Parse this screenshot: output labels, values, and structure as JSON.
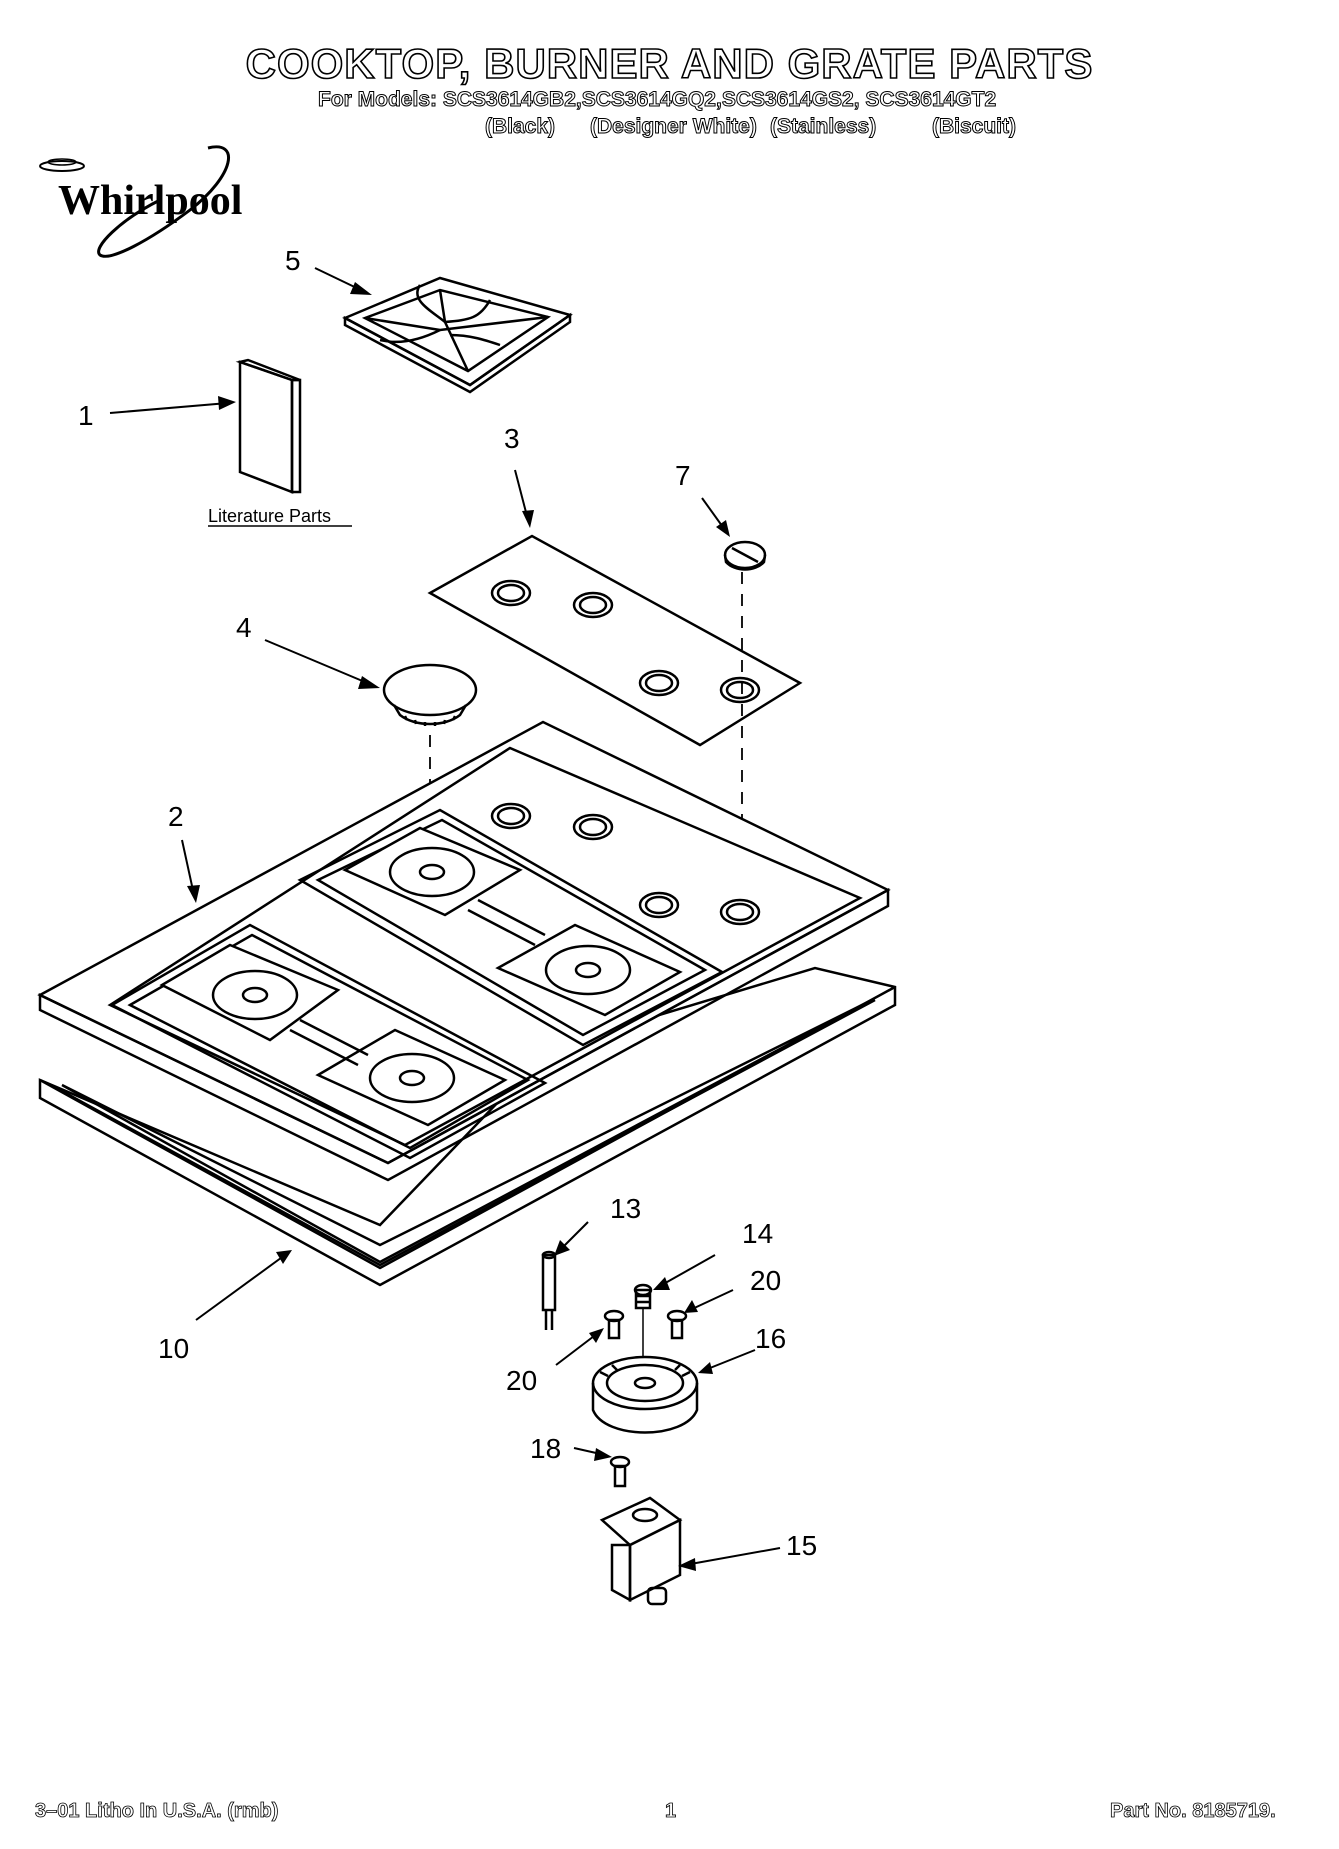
{
  "page": {
    "title": "COOKTOP, BURNER AND GRATE PARTS",
    "models_line": "For Models: SCS3614GB2,SCS3614GQ2,SCS3614GS2, SCS3614GT2",
    "color_black": "(Black)",
    "color_designer_white": "(Designer White)",
    "color_stainless": "(Stainless)",
    "color_biscuit": "(Biscuit)"
  },
  "brand": {
    "logo_text": "Whirlpool"
  },
  "parts": [
    {
      "number": "5",
      "part": "grate"
    },
    {
      "number": "1",
      "part": "literature"
    },
    {
      "number": "3",
      "part": "control panel overlay"
    },
    {
      "number": "7",
      "part": "knob"
    },
    {
      "number": "4",
      "part": "burner cap"
    },
    {
      "number": "2",
      "part": "cooktop"
    },
    {
      "number": "10",
      "part": "seal"
    },
    {
      "number": "13",
      "part": "electrode"
    },
    {
      "number": "14",
      "part": "orifice"
    },
    {
      "number": "20",
      "part": "screw"
    },
    {
      "number": "16",
      "part": "burner base"
    },
    {
      "number": "18",
      "part": "screw"
    },
    {
      "number": "15",
      "part": "bracket"
    }
  ],
  "labels": {
    "literature": "Literature Parts"
  },
  "callouts": {
    "c5": "5",
    "c1": "1",
    "c3": "3",
    "c7": "7",
    "c4": "4",
    "c2": "2",
    "c10": "10",
    "c13": "13",
    "c14": "14",
    "c20a": "20",
    "c16": "16",
    "c20b": "20",
    "c18": "18",
    "c15": "15"
  },
  "footer": {
    "left": "3–01 Litho In U.S.A. (rmb)",
    "center": "1",
    "right": "Part No. 8185719."
  }
}
